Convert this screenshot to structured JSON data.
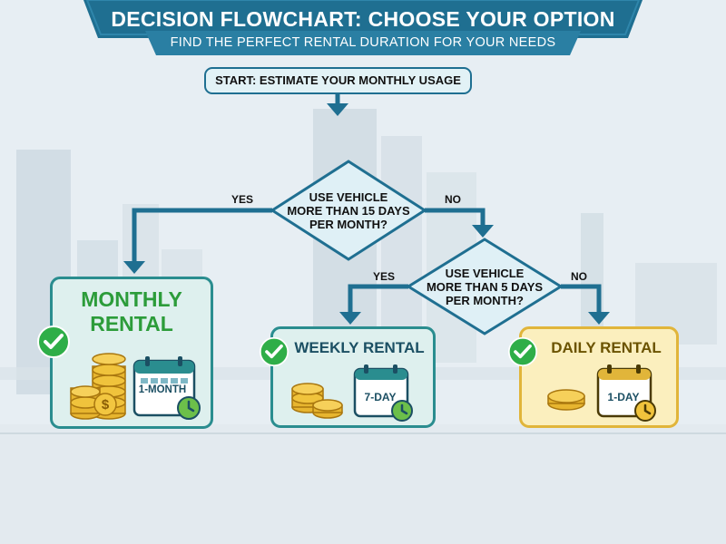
{
  "header": {
    "title": "DECISION FLOWCHART: CHOOSE YOUR OPTION",
    "subtitle": "FIND THE PERFECT RENTAL DURATION FOR YOUR NEEDS"
  },
  "flow": {
    "start_label": "START: ESTIMATE YOUR MONTHLY USAGE",
    "decision1": {
      "line1": "USE VEHICLE",
      "line2": "MORE THAN 15 DAYS",
      "line3": "PER MONTH?",
      "yes_label": "YES",
      "no_label": "NO"
    },
    "decision2": {
      "line1": "USE VEHICLE",
      "line2": "MORE THAN 5 DAYS",
      "line3": "PER MONTH?",
      "yes_label": "YES",
      "no_label": "NO"
    }
  },
  "options": {
    "monthly": {
      "title_line1": "MONTHLY",
      "title_line2": "RENTAL",
      "calendar_label": "1-MONTH"
    },
    "weekly": {
      "title": "WEEKLY RENTAL",
      "calendar_label": "7-DAY"
    },
    "daily": {
      "title": "DAILY RENTAL",
      "calendar_label": "1-DAY"
    }
  },
  "colors": {
    "banner": "#1f6f91",
    "connector": "#1f6f91",
    "decision_fill": "#dff0f6",
    "card_border": "#2a8d8f",
    "card_fill": "#def0ee",
    "daily_border": "#e1b53a",
    "daily_fill": "#fbefbe",
    "check_green": "#2fae48",
    "monthly_title": "#2c9c3a",
    "coin_gold": "#e7b52f"
  }
}
